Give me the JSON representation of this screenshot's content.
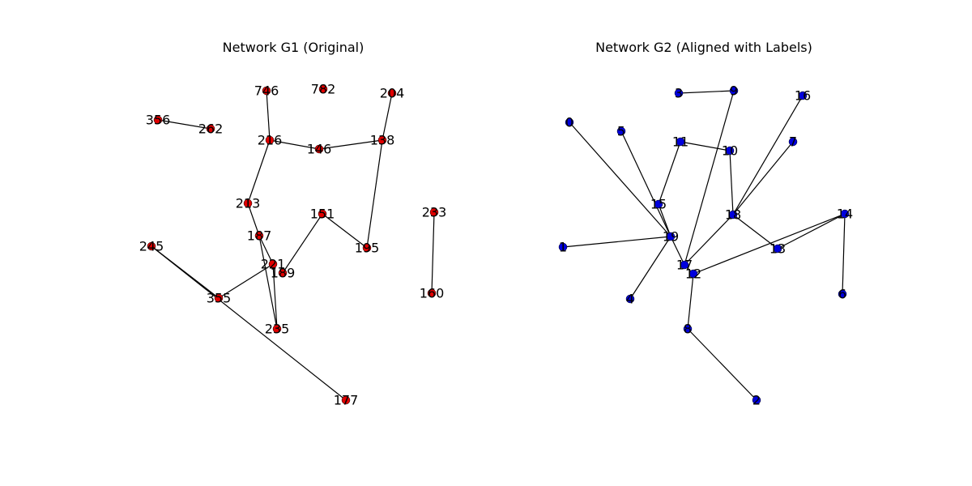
{
  "g1": {
    "title": "Network G1 (Original)",
    "node_color": "#e00000",
    "nodes": [
      "746",
      "782",
      "204",
      "356",
      "262",
      "216",
      "146",
      "138",
      "213",
      "151",
      "233",
      "245",
      "187",
      "195",
      "221",
      "189",
      "355",
      "160",
      "235",
      "177"
    ],
    "edges": [
      [
        "746",
        "216"
      ],
      [
        "356",
        "262"
      ],
      [
        "216",
        "146"
      ],
      [
        "146",
        "138"
      ],
      [
        "138",
        "204"
      ],
      [
        "216",
        "213"
      ],
      [
        "213",
        "187"
      ],
      [
        "187",
        "221"
      ],
      [
        "187",
        "235"
      ],
      [
        "221",
        "235"
      ],
      [
        "221",
        "355"
      ],
      [
        "245",
        "355"
      ],
      [
        "245",
        "177"
      ],
      [
        "151",
        "189"
      ],
      [
        "151",
        "195"
      ],
      [
        "138",
        "195"
      ],
      [
        "233",
        "160"
      ]
    ]
  },
  "g2": {
    "title": "Network G2 (Aligned with Labels)",
    "node_color": "#0000dd",
    "nodes": [
      "3",
      "9",
      "0",
      "5",
      "16",
      "11",
      "10",
      "7",
      "15",
      "18",
      "14",
      "1",
      "19",
      "13",
      "17",
      "12",
      "4",
      "6",
      "8",
      "2"
    ],
    "edges": [
      [
        "3",
        "9"
      ],
      [
        "9",
        "17"
      ],
      [
        "0",
        "19"
      ],
      [
        "5",
        "19"
      ],
      [
        "11",
        "10"
      ],
      [
        "11",
        "15"
      ],
      [
        "15",
        "19"
      ],
      [
        "10",
        "18"
      ],
      [
        "16",
        "18"
      ],
      [
        "7",
        "18"
      ],
      [
        "18",
        "13"
      ],
      [
        "18",
        "17"
      ],
      [
        "14",
        "13"
      ],
      [
        "14",
        "12"
      ],
      [
        "14",
        "6"
      ],
      [
        "1",
        "19"
      ],
      [
        "19",
        "17"
      ],
      [
        "19",
        "4"
      ],
      [
        "17",
        "12"
      ],
      [
        "12",
        "8"
      ],
      [
        "8",
        "2"
      ]
    ]
  }
}
